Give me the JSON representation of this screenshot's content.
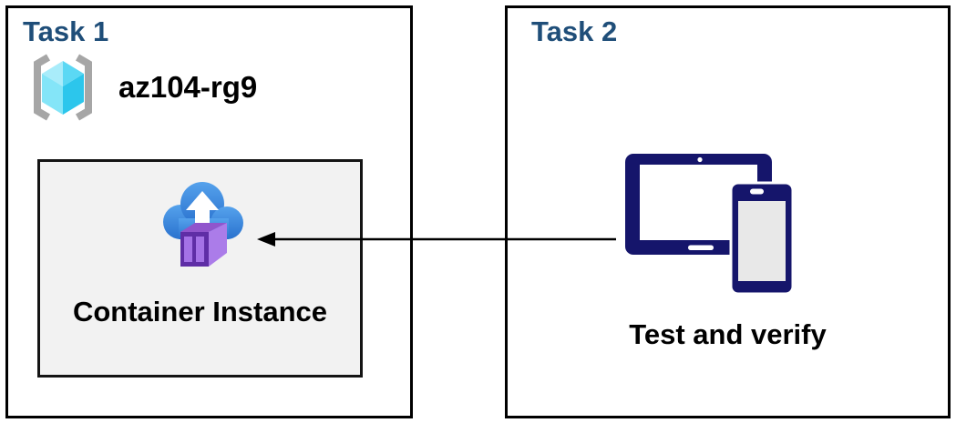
{
  "task1": {
    "title": "Task 1",
    "resource_group": {
      "name": "az104-rg9",
      "icon": "resource-group-icon"
    },
    "container_instance": {
      "label": "Container Instance",
      "icon": "container-instance-icon"
    }
  },
  "task2": {
    "title": "Task 2",
    "caption": "Test and verify",
    "icon": "tablet-and-phone-icon"
  },
  "arrow": {
    "from": "task2-devices",
    "to": "container-instance",
    "style": "solid-black-left-arrow"
  },
  "colors": {
    "title_text": "#1f4e79",
    "label_text": "#000000",
    "outer_box_border": "#000000",
    "inner_box_fill": "#f2f2f2",
    "inner_box_border": "#141414",
    "device_navy": "#15156b",
    "cloud_blue_light": "#55a2ec",
    "cloud_blue_dark": "#2a72ce",
    "container_front_purple": "#5f2ea6",
    "container_door_purple": "#a472e6",
    "container_side_purple": "#ab7ce9",
    "container_top_purple": "#9055cc",
    "cube_cyan_light": "#a9ecfa",
    "cube_cyan_mid": "#5bd8f4",
    "cube_cyan_dark": "#2cc6ec",
    "bracket_gray": "#a6a6a6"
  }
}
